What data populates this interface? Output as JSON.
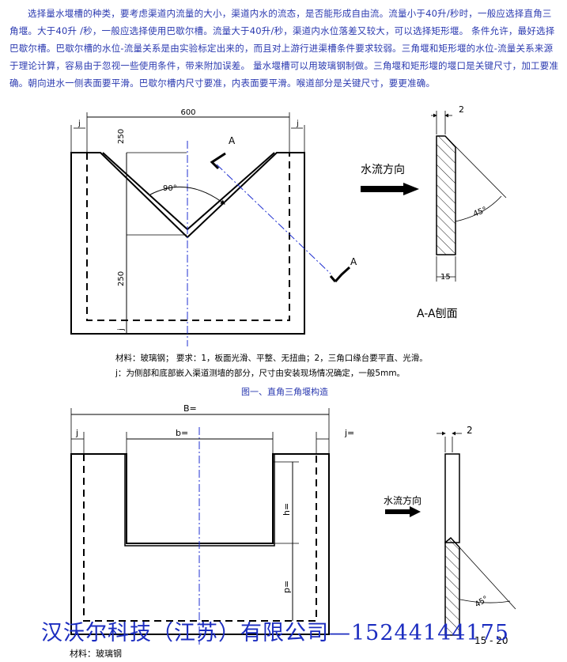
{
  "intro_text": "选择量水堰槽的种类，要考虑渠道内流量的大小，渠道内水的流态，是否能形成自由流。流量小于40升/秒时，一般应选择直角三角堰。大于40升 /秒，一般应选择使用巴歇尔槽。流量大于40升/秒，渠道内水位落差又较大，可以选择矩形堰。 条件允许，最好选择巴歇尔槽。巴歇尔槽的水位-流量关系是由实验标定出来的，而且对上游行进渠槽条件要求较弱。三角堰和矩形堰的水位-流量关系来源于理论计算，容易由于忽视一些使用条件，带来附加误差。 量水堰槽可以用玻璃钢制做。三角堰和矩形堰的堰口是关键尺寸，加工要准确。朝向进水一侧表面要平滑。巴歇尔槽内尺寸要准，内表面要平滑。喉道部分是关键尺寸，要更准确。",
  "fig1": {
    "dim_width": "600",
    "dim_j_left": "j",
    "dim_j_right": "j",
    "dim_top": "250",
    "dim_bottom": "250",
    "dim_j_bottom": "j",
    "angle": "90°",
    "section_mark": "A",
    "flow_label": "水流方向",
    "side_thickness": "2",
    "side_angle": "45°",
    "side_base": "15",
    "section_title": "A-A刨面",
    "note_line1": "材料：玻璃钢； 要求：1，板面光滑、平整、无扭曲；2，三角口缘台要平直、光滑。",
    "note_line2": "j：为侧部和底部嵌入渠道测墙的部分，尺寸由安装现场情况确定，一般5mm。",
    "caption": "图一、直角三角堰构造"
  },
  "fig2": {
    "dim_B": "B=",
    "dim_b": "b=",
    "dim_j_left": "j",
    "dim_j_right": "j=",
    "dim_h": "h=",
    "dim_p": "p=",
    "flow_label": "水流方向",
    "side_thickness": "2",
    "side_angle": "45°",
    "side_base": "15 - 20",
    "material": "材料：玻璃钢"
  },
  "footer": "汉沃尔科技（江苏）有限公司—15244144175"
}
